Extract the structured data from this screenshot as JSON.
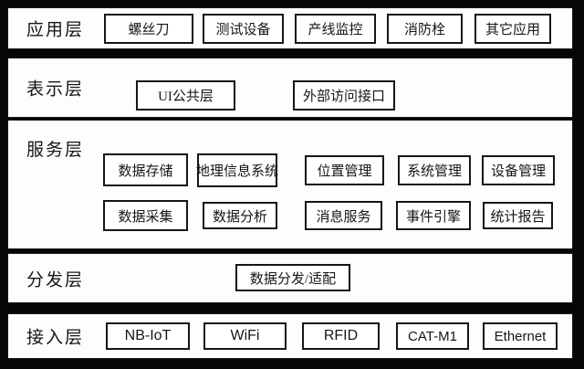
{
  "diagram": {
    "background_color": "#060606",
    "band_color": "#fdfdfd",
    "line_color": "#161616",
    "layers": [
      {
        "label": "应用层",
        "boxes": [
          "螺丝刀",
          "测试设备",
          "产线监控",
          "消防栓",
          "其它应用"
        ]
      },
      {
        "label": "表示层",
        "boxes": [
          "UI公共层",
          "外部访问接口"
        ]
      },
      {
        "label": "服务层",
        "row1": [
          "数据存储",
          "地理信息系统",
          "位置管理",
          "系统管理",
          "设备管理"
        ],
        "row2": [
          "数据采集",
          "数据分析",
          "消息服务",
          "事件引擎",
          "统计报告"
        ]
      },
      {
        "label": "分发层",
        "boxes": [
          "数据分发/适配"
        ]
      },
      {
        "label": "接入层",
        "boxes": [
          "NB-IoT",
          "WiFi",
          "RFID",
          "CAT-M1",
          "Ethernet"
        ]
      }
    ]
  }
}
